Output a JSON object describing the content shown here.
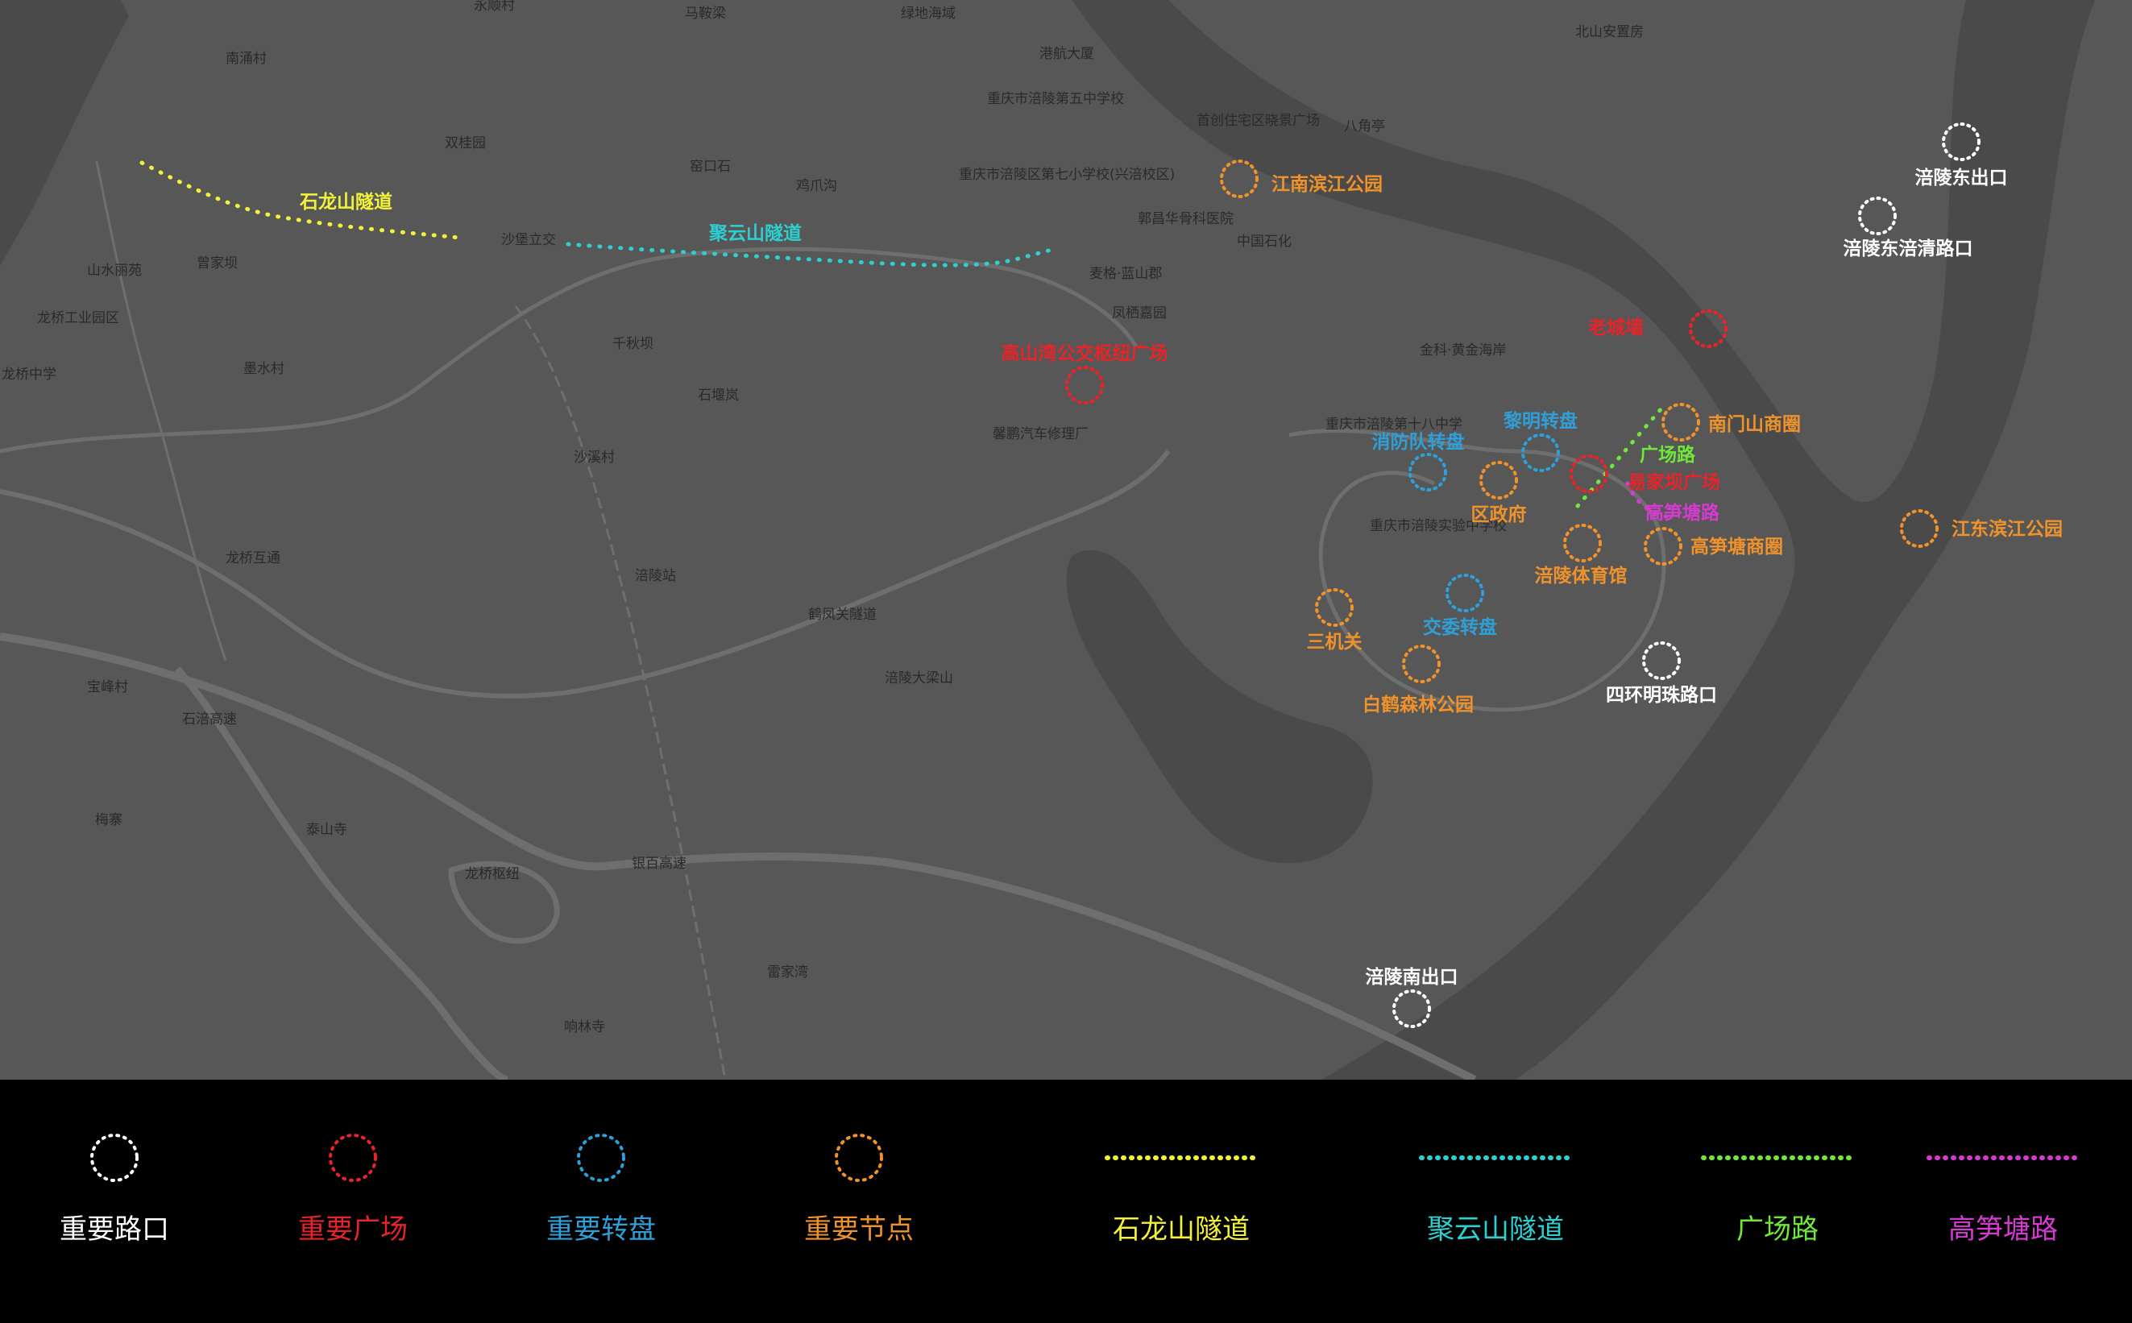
{
  "colors": {
    "intersection": "#ffffff",
    "plaza": "#e8232a",
    "roundabout": "#2f9fd8",
    "node": "#f0922b",
    "shilongshan_tunnel": "#f2f23a",
    "juyunshan_tunnel": "#2ecfd0",
    "guangchang_road": "#6fe83a",
    "gaosuntang_road": "#d63ad0",
    "map_background": "#575757",
    "river": "#4a4a4a",
    "road": "#6a6a6a",
    "label_gray": "#2a2a2a"
  },
  "legend": [
    {
      "key": "intersection",
      "label": "重要路口",
      "kind": "circle"
    },
    {
      "key": "plaza",
      "label": "重要广场",
      "kind": "circle"
    },
    {
      "key": "roundabout",
      "label": "重要转盘",
      "kind": "circle"
    },
    {
      "key": "node",
      "label": "重要节点",
      "kind": "circle"
    },
    {
      "key": "shilongshan_tunnel",
      "label": "石龙山隧道",
      "kind": "line"
    },
    {
      "key": "juyunshan_tunnel",
      "label": "聚云山隧道",
      "kind": "line"
    },
    {
      "key": "guangchang_road",
      "label": "广场路",
      "kind": "line"
    },
    {
      "key": "gaosuntang_road",
      "label": "高笋塘路",
      "kind": "line"
    }
  ],
  "markers": [
    {
      "category": "intersection",
      "name": "涪陵东出口"
    },
    {
      "category": "intersection",
      "name": "涪陵东涪清路口"
    },
    {
      "category": "intersection",
      "name": "四环明珠路口"
    },
    {
      "category": "intersection",
      "name": "涪陵南出口"
    },
    {
      "category": "plaza",
      "name": "老城墙"
    },
    {
      "category": "plaza",
      "name": "高山湾公交枢纽广场"
    },
    {
      "category": "plaza",
      "name": "易家坝广场"
    },
    {
      "category": "roundabout",
      "name": "黎明转盘"
    },
    {
      "category": "roundabout",
      "name": "消防队转盘"
    },
    {
      "category": "roundabout",
      "name": "交委转盘"
    },
    {
      "category": "node",
      "name": "江南滨江公园"
    },
    {
      "category": "node",
      "name": "南门山商圈"
    },
    {
      "category": "node",
      "name": "区政府"
    },
    {
      "category": "node",
      "name": "高笋塘商圈"
    },
    {
      "category": "node",
      "name": "涪陵体育馆"
    },
    {
      "category": "node",
      "name": "江东滨江公园"
    },
    {
      "category": "node",
      "name": "三机关"
    },
    {
      "category": "node",
      "name": "白鹤森林公园"
    }
  ],
  "route_labels": [
    {
      "key": "shilongshan_tunnel",
      "text": "石龙山隧道"
    },
    {
      "key": "juyunshan_tunnel",
      "text": "聚云山隧道"
    },
    {
      "key": "guangchang_road",
      "text": "广场路"
    },
    {
      "key": "gaosuntang_road",
      "text": "高笋塘路"
    }
  ],
  "basemap_labels": [
    "永顺村",
    "马鞍梁",
    "绿地海域",
    "港航大厦",
    "北山安置房",
    "南涌村",
    "重庆市涪陵第五中学校",
    "首创住宅区晓景广场",
    "八角亭",
    "双桂园",
    "窑口石",
    "鸡爪沟",
    "重庆市涪陵区第七小学校(兴涪校区)",
    "郭昌华骨科医院",
    "中国石化",
    "沙堡立交",
    "山水丽苑",
    "曾家坝",
    "麦格·蓝山郡",
    "凤栖嘉园",
    "龙桥工业园区",
    "龙桥中学",
    "千秋坝",
    "金科·黄金海岸",
    "墨水村",
    "石堰岚",
    "馨鹏汽车修理厂",
    "重庆市涪陵第十八中学",
    "沙溪村",
    "重庆市涪陵实验中学校",
    "龙桥互通",
    "涪陵站",
    "鹤凤关隧道",
    "涪陵大梁山",
    "石涪高速",
    "宝峰村",
    "梅寨",
    "龙桥枢纽",
    "银百高速",
    "泰山寺",
    "雷家湾",
    "响林寺"
  ]
}
